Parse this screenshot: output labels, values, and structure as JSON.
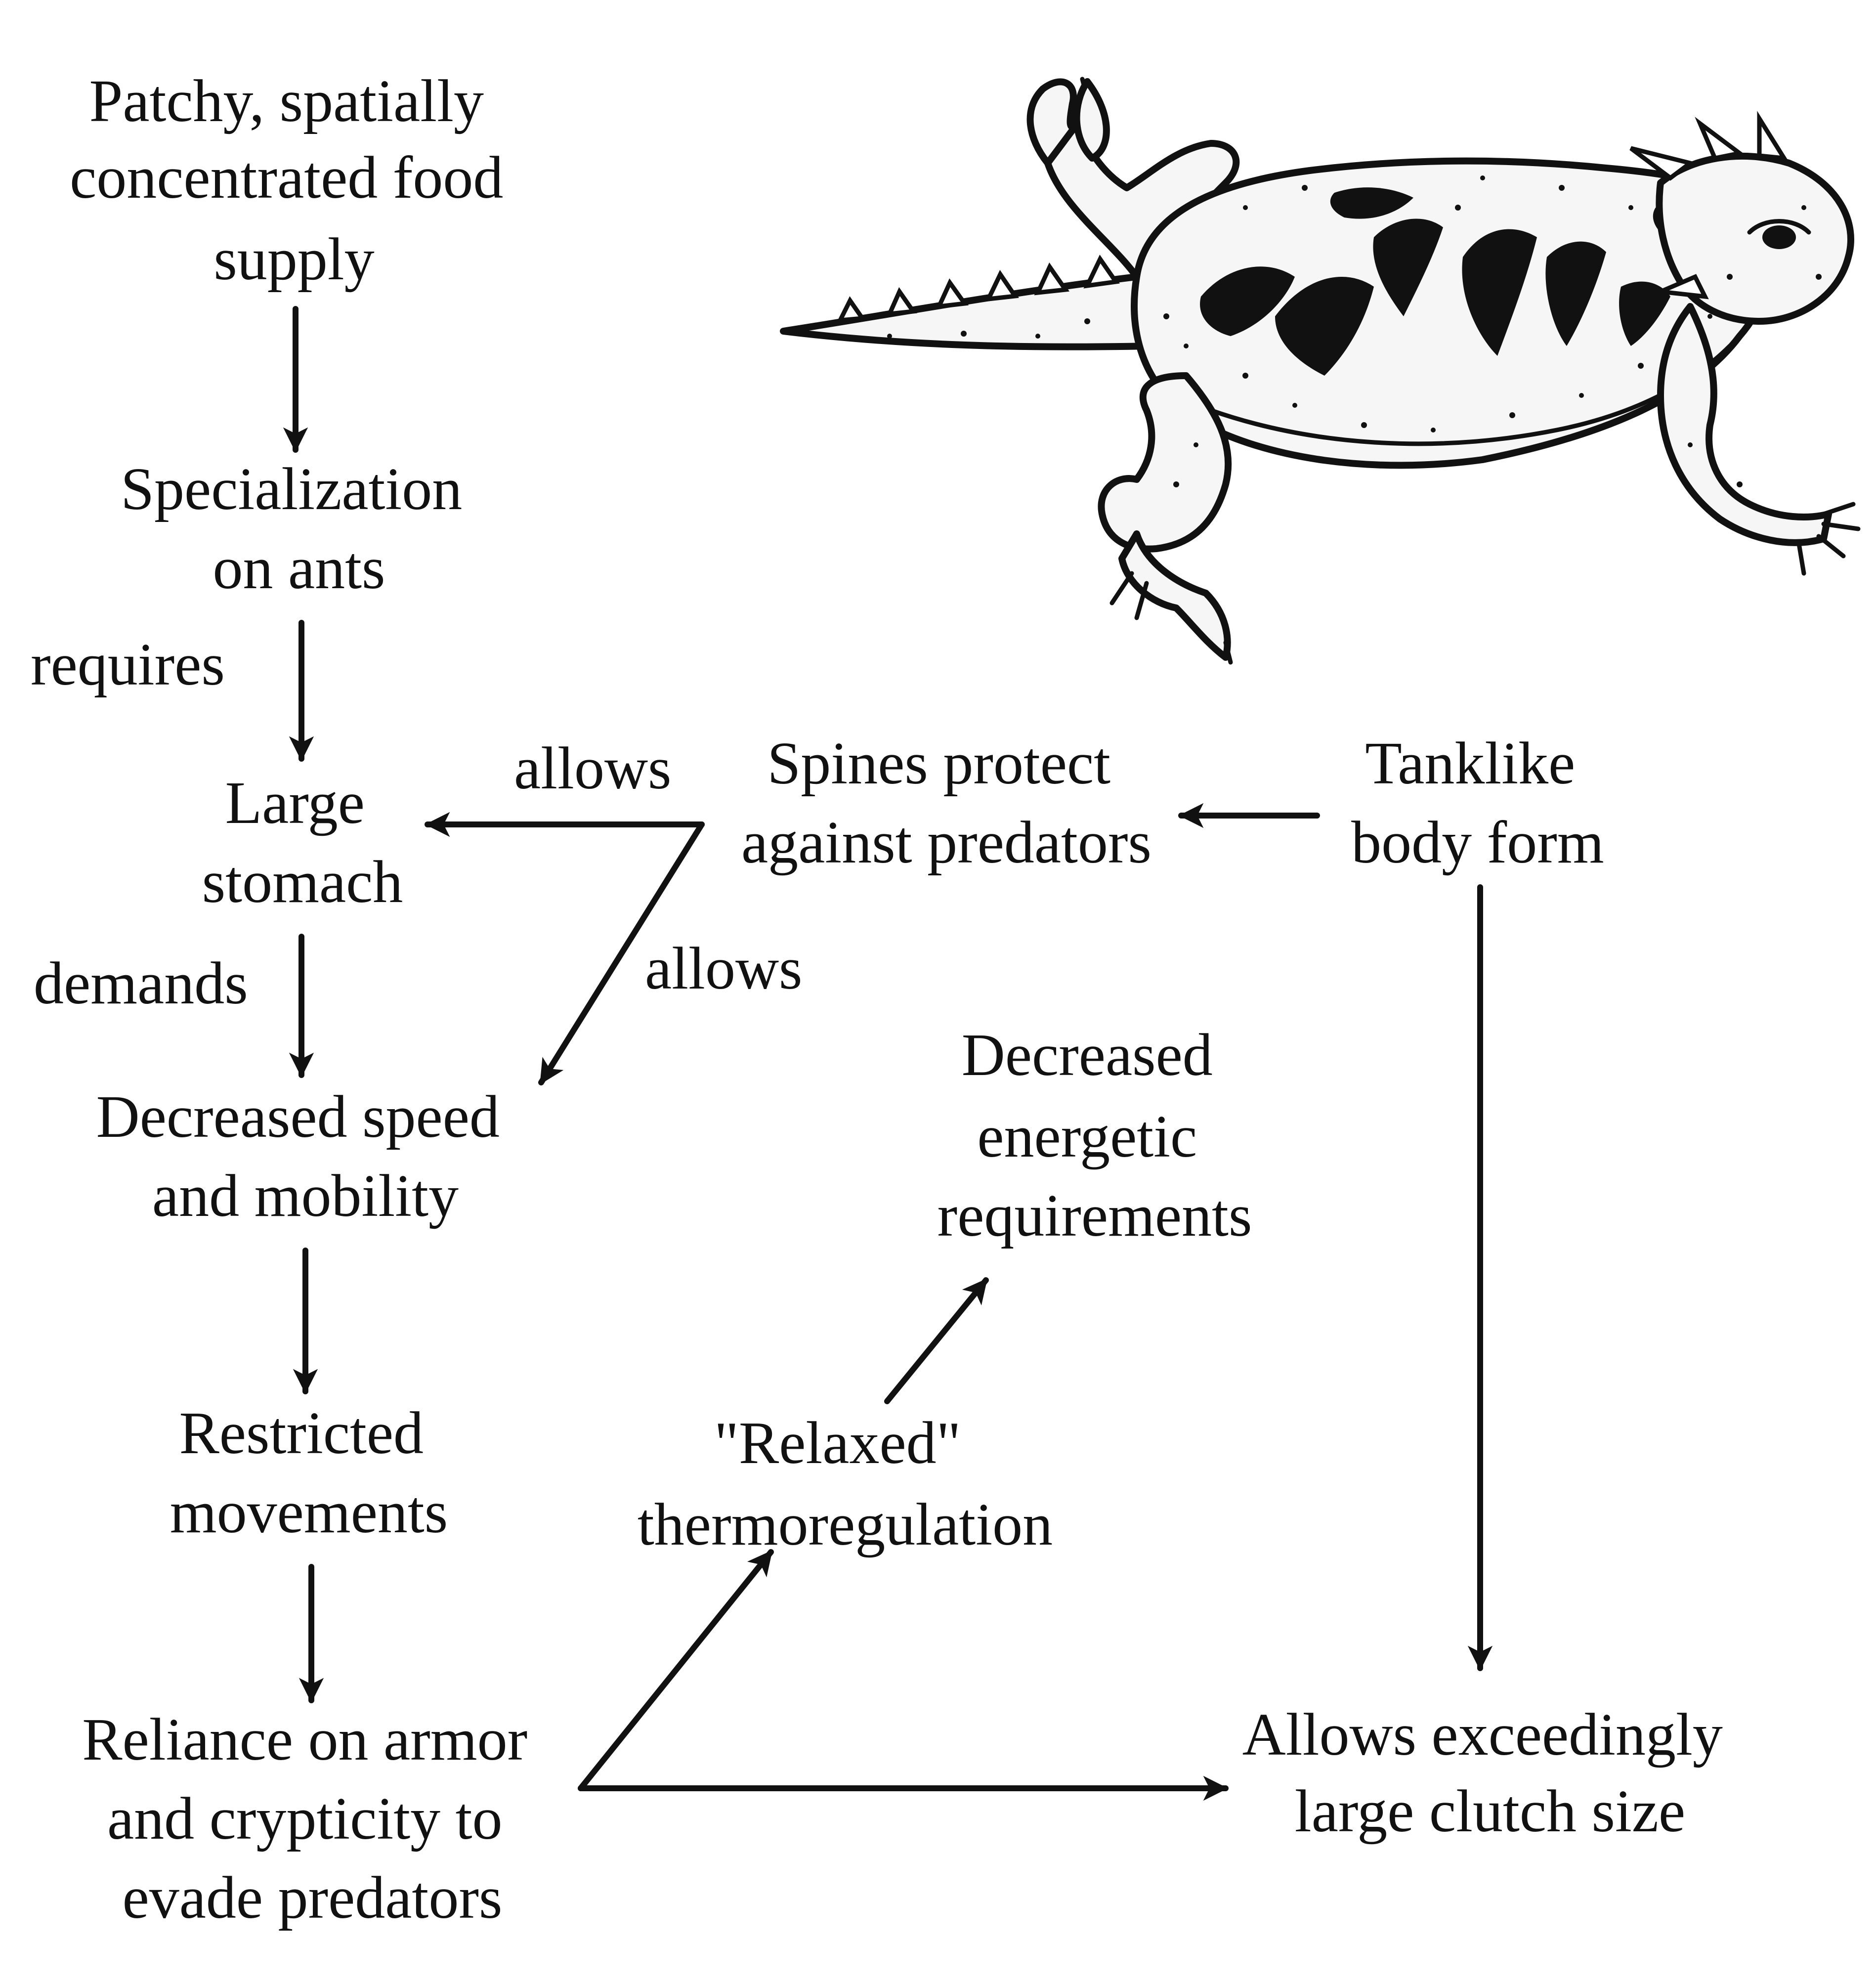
{
  "diagram": {
    "nodes": [
      {
        "id": "food-supply",
        "lines": [
          "Patchy, spatially",
          "concentrated food",
          "supply"
        ]
      },
      {
        "id": "ant-specialization",
        "lines": [
          "Specialization",
          "on ants"
        ]
      },
      {
        "id": "large-stomach",
        "lines": [
          "Large",
          "stomach"
        ]
      },
      {
        "id": "decreased-speed",
        "lines": [
          "Decreased speed",
          "and mobility"
        ]
      },
      {
        "id": "restricted-movements",
        "lines": [
          "Restricted",
          "movements"
        ]
      },
      {
        "id": "reliance-armor",
        "lines": [
          "Reliance on armor",
          "and crypticity to",
          "evade predators"
        ]
      },
      {
        "id": "spines-protect",
        "lines": [
          "Spines protect",
          "against predators"
        ]
      },
      {
        "id": "tanklike-body",
        "lines": [
          "Tanklike",
          "body form"
        ]
      },
      {
        "id": "decreased-energetic",
        "lines": [
          "Decreased",
          "energetic",
          "requirements"
        ]
      },
      {
        "id": "relaxed-thermoregulation",
        "lines": [
          "\"Relaxed\"",
          "thermoregulation"
        ]
      },
      {
        "id": "large-clutch",
        "lines": [
          "Allows exceedingly",
          "large clutch size"
        ]
      }
    ],
    "edges": [
      {
        "from": "food-supply",
        "to": "ant-specialization",
        "label": ""
      },
      {
        "from": "ant-specialization",
        "to": "large-stomach",
        "label": "requires"
      },
      {
        "from": "large-stomach",
        "to": "decreased-speed",
        "label": "demands"
      },
      {
        "from": "spines-protect",
        "to": "large-stomach",
        "label": "allows"
      },
      {
        "from": "spines-protect",
        "to": "decreased-speed",
        "label": "allows"
      },
      {
        "from": "tanklike-body",
        "to": "spines-protect",
        "label": ""
      },
      {
        "from": "tanklike-body",
        "to": "large-clutch",
        "label": ""
      },
      {
        "from": "decreased-speed",
        "to": "restricted-movements",
        "label": ""
      },
      {
        "from": "restricted-movements",
        "to": "reliance-armor",
        "label": ""
      },
      {
        "from": "reliance-armor",
        "to": "relaxed-thermoregulation",
        "label": ""
      },
      {
        "from": "reliance-armor",
        "to": "large-clutch",
        "label": ""
      },
      {
        "from": "relaxed-thermoregulation",
        "to": "decreased-energetic",
        "label": ""
      }
    ]
  }
}
